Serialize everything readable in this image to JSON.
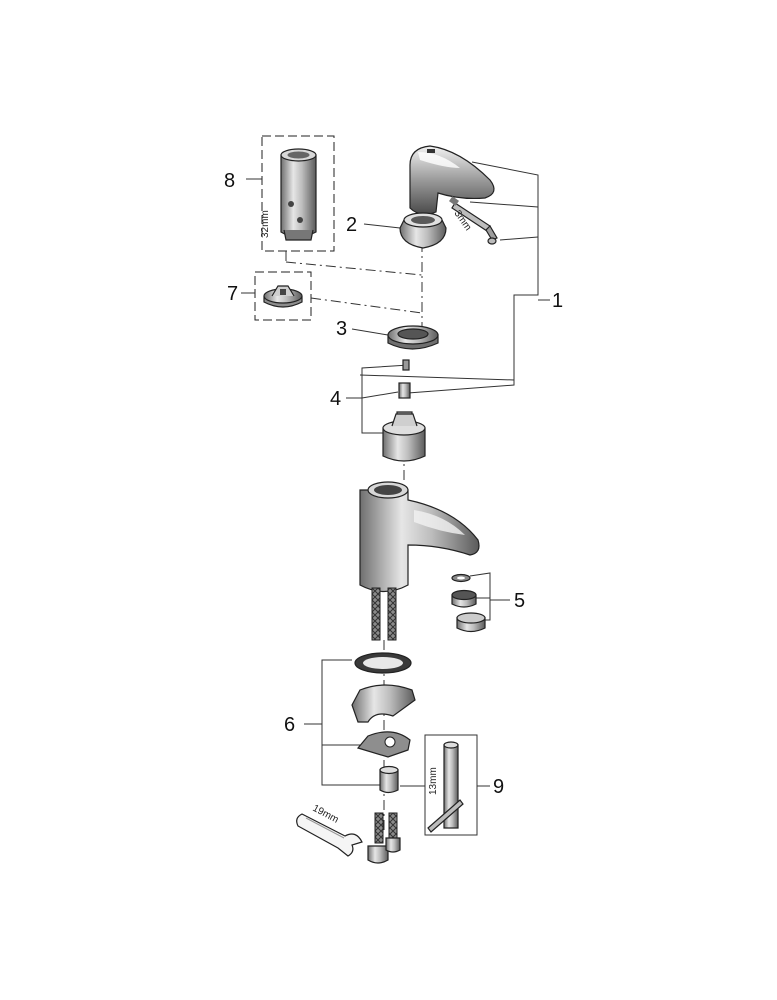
{
  "labels": {
    "p1": "1",
    "p2": "2",
    "p3": "3",
    "p4": "4",
    "p5": "5",
    "p6": "6",
    "p7": "7",
    "p8": "8",
    "p9": "9"
  },
  "dimensions": {
    "key_32": "32mm",
    "hex_3": "3mm",
    "key_13": "13mm",
    "wrench_19": "19mm"
  }
}
